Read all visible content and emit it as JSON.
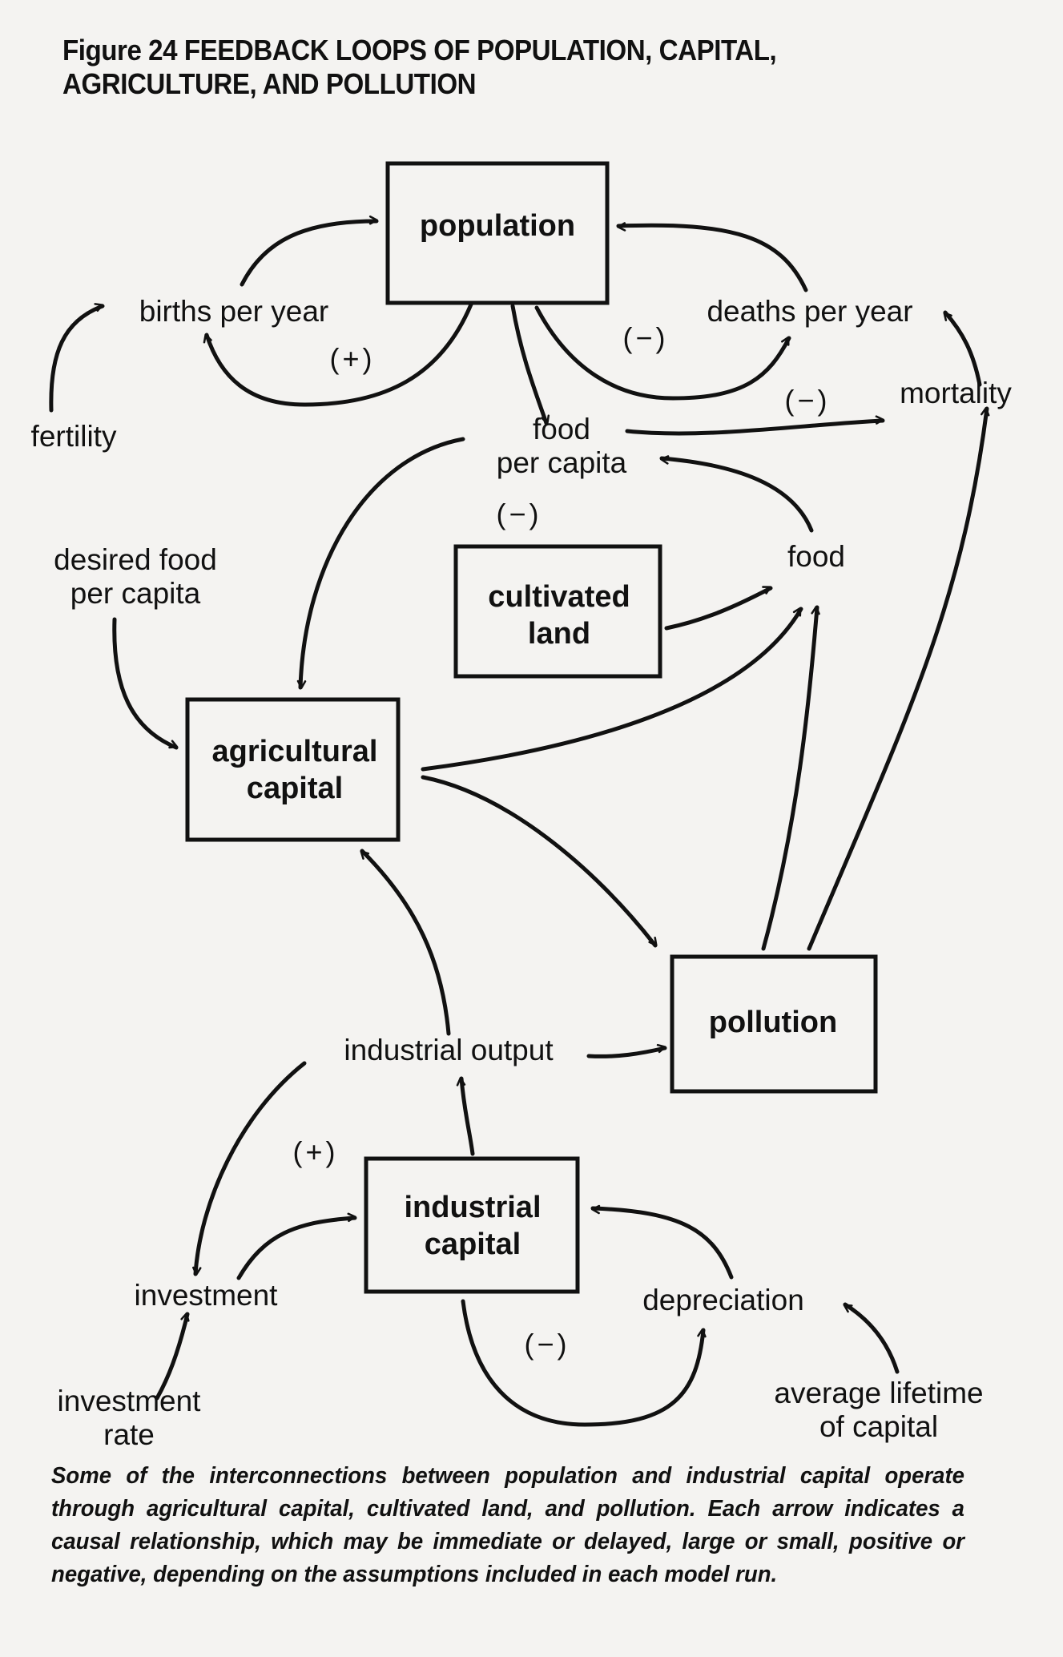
{
  "figure": {
    "title_line1": "Figure 24 FEEDBACK LOOPS OF POPULATION, CAPITAL,",
    "title_line2": "AGRICULTURE, AND POLLUTION",
    "caption": "Some of the interconnections between population and industrial capital operate through agricultural capital, cultivated land, and pollution. Each arrow indicates a causal relationship, which may be immediate or delayed, large or small, positive or negative, depending on the assumptions included in each model run."
  },
  "stocks": {
    "population": [
      "population"
    ],
    "cultivated_land": [
      "cultivated",
      "land"
    ],
    "agricultural_capital": [
      "agricultural",
      "capital"
    ],
    "pollution": [
      "pollution"
    ],
    "industrial_capital": [
      "industrial",
      "capital"
    ]
  },
  "variables": {
    "births_per_year": "births per year",
    "deaths_per_year": "deaths per year",
    "fertility": "fertility",
    "mortality": "mortality",
    "food_per_capita": [
      "food",
      "per capita"
    ],
    "desired_food_per_capita": [
      "desired food",
      "per capita"
    ],
    "food": "food",
    "industrial_output": "industrial output",
    "investment": "investment",
    "depreciation": "depreciation",
    "investment_rate": [
      "investment",
      "rate"
    ],
    "average_lifetime_of_capital": [
      "average lifetime",
      "of capital"
    ]
  },
  "loop_signs": {
    "births_loop": "(+)",
    "deaths_loop": "(−)",
    "food_mortality_loop": "(−)",
    "food_agriculture_loop": "(−)",
    "investment_loop": "(+)",
    "depreciation_loop": "(−)"
  },
  "links": [
    {
      "from": "births per year",
      "to": "population"
    },
    {
      "from": "population",
      "to": "births per year"
    },
    {
      "from": "fertility",
      "to": "births per year"
    },
    {
      "from": "deaths per year",
      "to": "population"
    },
    {
      "from": "population",
      "to": "deaths per year"
    },
    {
      "from": "mortality",
      "to": "deaths per year"
    },
    {
      "from": "population",
      "to": "food per capita"
    },
    {
      "from": "food per capita",
      "to": "mortality"
    },
    {
      "from": "food",
      "to": "food per capita"
    },
    {
      "from": "food per capita",
      "to": "agricultural capital"
    },
    {
      "from": "desired food per capita",
      "to": "agricultural capital"
    },
    {
      "from": "cultivated land",
      "to": "food"
    },
    {
      "from": "agricultural capital",
      "to": "food"
    },
    {
      "from": "agricultural capital",
      "to": "pollution"
    },
    {
      "from": "pollution",
      "to": "food"
    },
    {
      "from": "pollution",
      "to": "mortality"
    },
    {
      "from": "industrial output",
      "to": "agricultural capital"
    },
    {
      "from": "industrial output",
      "to": "pollution"
    },
    {
      "from": "industrial output",
      "to": "investment"
    },
    {
      "from": "investment",
      "to": "industrial capital"
    },
    {
      "from": "industrial capital",
      "to": "industrial output"
    },
    {
      "from": "investment rate",
      "to": "investment"
    },
    {
      "from": "depreciation",
      "to": "industrial capital"
    },
    {
      "from": "industrial capital",
      "to": "depreciation"
    },
    {
      "from": "average lifetime of capital",
      "to": "depreciation"
    }
  ]
}
